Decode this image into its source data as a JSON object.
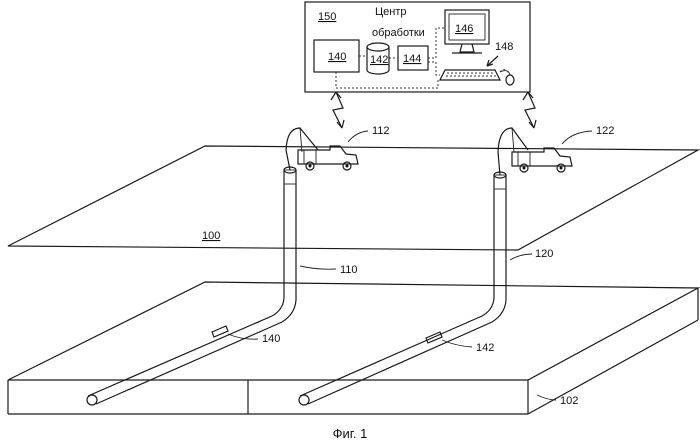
{
  "center": {
    "title_line1": "Центр",
    "title_line2": "обработки",
    "ref": "150",
    "box_140": "140",
    "db_142": "142",
    "box_144": "144",
    "monitor_146": "146",
    "keyboard_148": "148"
  },
  "surface": {
    "ref": "100"
  },
  "formation": {
    "ref": "102"
  },
  "well_left": {
    "truck_ref": "112",
    "well_ref": "110",
    "sensor_ref": "140"
  },
  "well_right": {
    "truck_ref": "122",
    "well_ref": "120",
    "sensor_ref": "142"
  },
  "caption": "Фиг. 1"
}
